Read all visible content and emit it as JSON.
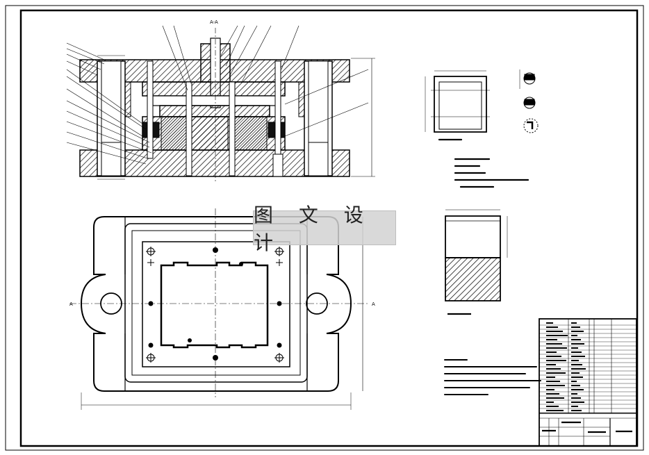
{
  "section_title": "A-A",
  "watermark_text": "图 文 设 计",
  "section_mark_left": "A",
  "section_mark_right": "A",
  "colors": {
    "line": "#000000",
    "hatch": "#000000",
    "watermark_bg": "#d2d2d2"
  }
}
